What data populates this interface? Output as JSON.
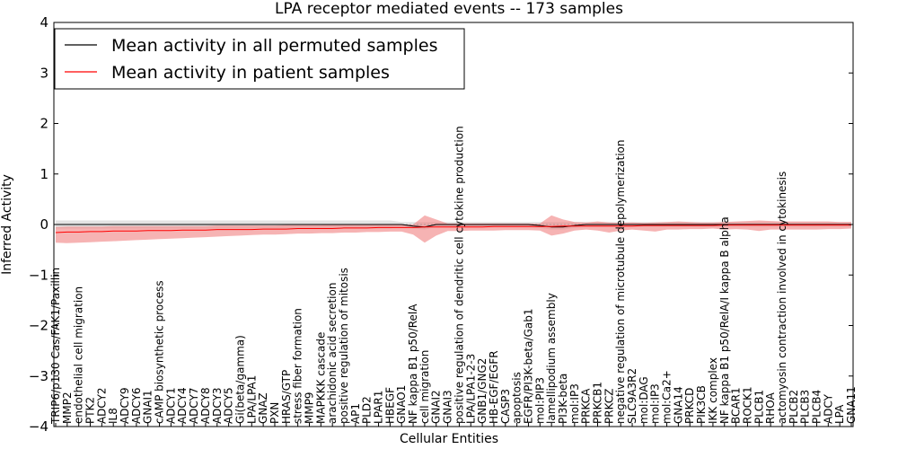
{
  "chart_data": {
    "type": "line",
    "title": "LPA receptor mediated events -- 173 samples",
    "xlabel": "Cellular Entities",
    "ylabel": "Inferred Activity",
    "ylim": [
      -4,
      4
    ],
    "yticks": [
      -4,
      -3,
      -2,
      -1,
      0,
      1,
      2,
      3,
      4
    ],
    "ytick_labels": [
      "−4",
      "−3",
      "−2",
      "−1",
      "0",
      "1",
      "2",
      "3",
      "4"
    ],
    "grid": false,
    "legend_position": "top-left",
    "categories": [
      "TRIP6/p130 Cas/FAK1/Paxillin",
      "MMP2",
      "endothelial cell migration",
      "PTK2",
      "ADCY2",
      "IL8",
      "ADCY9",
      "ADCY6",
      "GNAI1",
      "cAMP biosynthetic process",
      "ADCY1",
      "ADCY4",
      "ADCY7",
      "ADCY8",
      "ADCY3",
      "ADCY5",
      "Gi(beta/gamma)",
      "LPA/LPA1",
      "GNAZ",
      "PXN",
      "HRAS/GTP",
      "stress fiber formation",
      "MMP9",
      "MAPKKK cascade",
      "arachidonic acid secretion",
      "positive regulation of mitosis",
      "AP1",
      "PLD2",
      "LPAR1",
      "HBEGF",
      "GNAO1",
      "NF kappa B1 p50/RelA",
      "cell migration",
      "GNAI2",
      "GNAI3",
      "positive regulation of dendritic cell cytokine production",
      "LPA/LPA1-2-3",
      "GNB1/GNG2",
      "HB-EGF/EGFR",
      "CASP3",
      "apoptosis",
      "EGFR/PI3K-beta/Gab1",
      "mol:PIP3",
      "lamellipodium assembly",
      "PI3K-beta",
      "mol:IP3",
      "PRKCA",
      "PRKCB1",
      "PRKCZ",
      "negative regulation of microtubule depolymerization",
      "SLC9A3R2",
      "mol:DAG",
      "mol:IP3",
      "mol:Ca2+",
      "GNA14",
      "PRKCD",
      "PIK3CB",
      "IKK complex",
      "NF kappa B1 p50/RelA/I kappa B alpha",
      "BCAR1",
      "ROCK1",
      "PLCB1",
      "RHOA",
      "actomyosin contraction involved in cytokinesis",
      "PLCB2",
      "PLCB3",
      "PLCB4",
      "ADCY",
      "LPA",
      "GNA11"
    ],
    "category_display": [
      "TRIP6/p130 Cas/FAK1/Paxillin",
      "MMP2",
      "endothelial cell migration",
      "PTK2",
      "ADCY2",
      "IL8",
      "ADCY9",
      "ADCY6",
      "GNAI1",
      "cAMP biosynthetic process",
      "ADCY1",
      "ADCY4",
      "ADCY7",
      "ADCY8",
      "ADCY3",
      "ADCY5",
      "Gi(beta/gamma)",
      "LPA/LPA1",
      "GNAZ",
      "PXN",
      "HRAS/GTP",
      "stress fiber formation",
      "MMP9",
      "MAPKKK cascade",
      "arachidonic acid secretion",
      "positive regulation of mitosis",
      "AP1",
      "PLD2",
      "LPAR1",
      "HBEGF",
      "GNAO1",
      "NF kappa B1 p50/RelA",
      "cell migration",
      "GNAI2",
      "GNAI3",
      "positive regulation of dendritic cell cytokine production",
      "LPA/LPA1-2-3",
      "GNB1/GNG2",
      "HB-EGF/EGFR",
      "CASP3",
      "apoptosis",
      "EGFR/PI3K-beta/Gab1",
      "mol:PIP3",
      "lamellipodium assembly",
      "PI3K-beta",
      "mol:IP3",
      "PRKCA",
      "PRKCB1",
      "PRKCZ",
      "negative regulation of microtubule depolymerization",
      "SLC9A3R2",
      "mol:DAG",
      "mol:IP3",
      "mol:Ca2+",
      "GNA14",
      "PRKCD",
      "PIK3CB",
      "IKK complex",
      "NF kappa B1 p50/RelA/I kappa B alpha",
      "BCAR1",
      "ROCK1",
      "PLCB1",
      "RHOA",
      "actomyosin contraction involved in cytokinesis",
      "PLCB2",
      "PLCB3",
      "PLCB4",
      "ADCY",
      "LPA",
      "GNA11"
    ],
    "series": [
      {
        "name": "Mean activity in all permuted samples",
        "color": "#000000",
        "values": [
          0,
          0,
          0,
          0,
          0,
          0,
          0,
          0,
          0,
          0,
          0,
          0,
          0,
          0,
          0,
          0,
          0,
          0,
          0,
          0,
          0,
          0,
          0,
          0,
          0,
          0,
          0,
          0,
          0,
          0,
          0,
          -0.03,
          -0.05,
          0,
          0,
          0,
          0,
          0,
          0,
          0,
          0,
          0,
          -0.02,
          -0.05,
          -0.05,
          -0.02,
          0,
          0,
          0,
          0,
          0,
          0,
          0,
          0,
          0,
          0,
          0,
          0,
          0,
          0,
          0,
          0,
          0,
          0,
          0,
          0,
          0,
          0,
          0,
          0
        ],
        "band_upper": [
          0.08,
          0.08,
          0.08,
          0.08,
          0.08,
          0.08,
          0.08,
          0.08,
          0.08,
          0.08,
          0.08,
          0.08,
          0.08,
          0.08,
          0.08,
          0.08,
          0.08,
          0.08,
          0.08,
          0.08,
          0.08,
          0.08,
          0.08,
          0.08,
          0.08,
          0.08,
          0.08,
          0.08,
          0.08,
          0.08,
          0.05,
          0.05,
          0.05,
          0.05,
          0.05,
          0.05,
          0.05,
          0.05,
          0.05,
          0.05,
          0.05,
          0.05,
          0.05,
          0.05,
          0.05,
          0.05,
          0.05,
          0.05,
          0.05,
          0.05,
          0.05,
          0.05,
          0.05,
          0.05,
          0.05,
          0.05,
          0.05,
          0.05,
          0.05,
          0.05,
          0.05,
          0.05,
          0.05,
          0.05,
          0.05,
          0.05,
          0.05,
          0.05,
          0.05,
          0.05
        ],
        "band_lower": [
          -0.08,
          -0.08,
          -0.08,
          -0.08,
          -0.08,
          -0.08,
          -0.08,
          -0.08,
          -0.08,
          -0.08,
          -0.08,
          -0.08,
          -0.08,
          -0.08,
          -0.08,
          -0.08,
          -0.08,
          -0.08,
          -0.08,
          -0.08,
          -0.08,
          -0.08,
          -0.08,
          -0.08,
          -0.08,
          -0.08,
          -0.08,
          -0.08,
          -0.08,
          -0.08,
          -0.05,
          -0.08,
          -0.1,
          -0.05,
          -0.05,
          -0.05,
          -0.05,
          -0.05,
          -0.05,
          -0.05,
          -0.05,
          -0.05,
          -0.07,
          -0.1,
          -0.1,
          -0.07,
          -0.05,
          -0.05,
          -0.05,
          -0.05,
          -0.05,
          -0.05,
          -0.05,
          -0.05,
          -0.05,
          -0.05,
          -0.05,
          -0.05,
          -0.05,
          -0.05,
          -0.05,
          -0.05,
          -0.05,
          -0.05,
          -0.05,
          -0.05,
          -0.05,
          -0.05,
          -0.05,
          -0.05
        ]
      },
      {
        "name": "Mean activity in patient samples",
        "color": "#ff0000",
        "fill": "#f08080",
        "values": [
          -0.16,
          -0.15,
          -0.15,
          -0.14,
          -0.14,
          -0.13,
          -0.13,
          -0.13,
          -0.12,
          -0.12,
          -0.12,
          -0.11,
          -0.11,
          -0.11,
          -0.1,
          -0.1,
          -0.1,
          -0.1,
          -0.09,
          -0.09,
          -0.09,
          -0.08,
          -0.08,
          -0.08,
          -0.08,
          -0.07,
          -0.07,
          -0.07,
          -0.06,
          -0.06,
          -0.06,
          -0.06,
          -0.05,
          -0.05,
          -0.05,
          -0.05,
          -0.05,
          -0.05,
          -0.04,
          -0.04,
          -0.04,
          -0.04,
          -0.04,
          -0.04,
          -0.03,
          -0.03,
          -0.03,
          -0.03,
          -0.03,
          -0.03,
          -0.03,
          -0.02,
          -0.02,
          -0.02,
          -0.02,
          -0.02,
          -0.02,
          -0.02,
          -0.01,
          -0.01,
          -0.01,
          -0.01,
          -0.01,
          -0.01,
          -0.01,
          -0.01,
          -0.01,
          -0.01,
          -0.01,
          -0.01
        ],
        "band_upper": [
          -0.05,
          -0.04,
          -0.04,
          -0.04,
          -0.04,
          -0.03,
          -0.03,
          -0.03,
          -0.03,
          -0.03,
          -0.03,
          -0.03,
          -0.03,
          -0.03,
          -0.02,
          -0.02,
          -0.02,
          -0.02,
          -0.02,
          -0.02,
          -0.01,
          -0.01,
          -0.01,
          -0.01,
          0,
          0,
          0,
          0,
          0,
          0,
          0,
          0,
          0.18,
          0.1,
          0.02,
          0.02,
          0.02,
          0.02,
          0.02,
          0.02,
          0.02,
          0.02,
          0.02,
          0.18,
          0.1,
          0.05,
          0.04,
          0.06,
          0.04,
          0.03,
          0.04,
          0.03,
          0.04,
          0.05,
          0.06,
          0.05,
          0.04,
          0.04,
          0.05,
          0.06,
          0.07,
          0.08,
          0.07,
          0.06,
          0.06,
          0.06,
          0.06,
          0.06,
          0.05,
          0.05
        ],
        "band_lower": [
          -0.36,
          -0.37,
          -0.36,
          -0.35,
          -0.34,
          -0.33,
          -0.32,
          -0.31,
          -0.3,
          -0.29,
          -0.28,
          -0.27,
          -0.26,
          -0.25,
          -0.24,
          -0.23,
          -0.22,
          -0.21,
          -0.2,
          -0.2,
          -0.19,
          -0.18,
          -0.18,
          -0.17,
          -0.17,
          -0.16,
          -0.16,
          -0.15,
          -0.15,
          -0.14,
          -0.14,
          -0.2,
          -0.36,
          -0.22,
          -0.13,
          -0.13,
          -0.12,
          -0.12,
          -0.12,
          -0.11,
          -0.11,
          -0.11,
          -0.12,
          -0.22,
          -0.18,
          -0.12,
          -0.1,
          -0.12,
          -0.16,
          -0.12,
          -0.1,
          -0.12,
          -0.14,
          -0.1,
          -0.1,
          -0.09,
          -0.09,
          -0.08,
          -0.1,
          -0.09,
          -0.1,
          -0.13,
          -0.1,
          -0.1,
          -0.1,
          -0.1,
          -0.1,
          -0.09,
          -0.09,
          -0.08
        ]
      }
    ]
  }
}
